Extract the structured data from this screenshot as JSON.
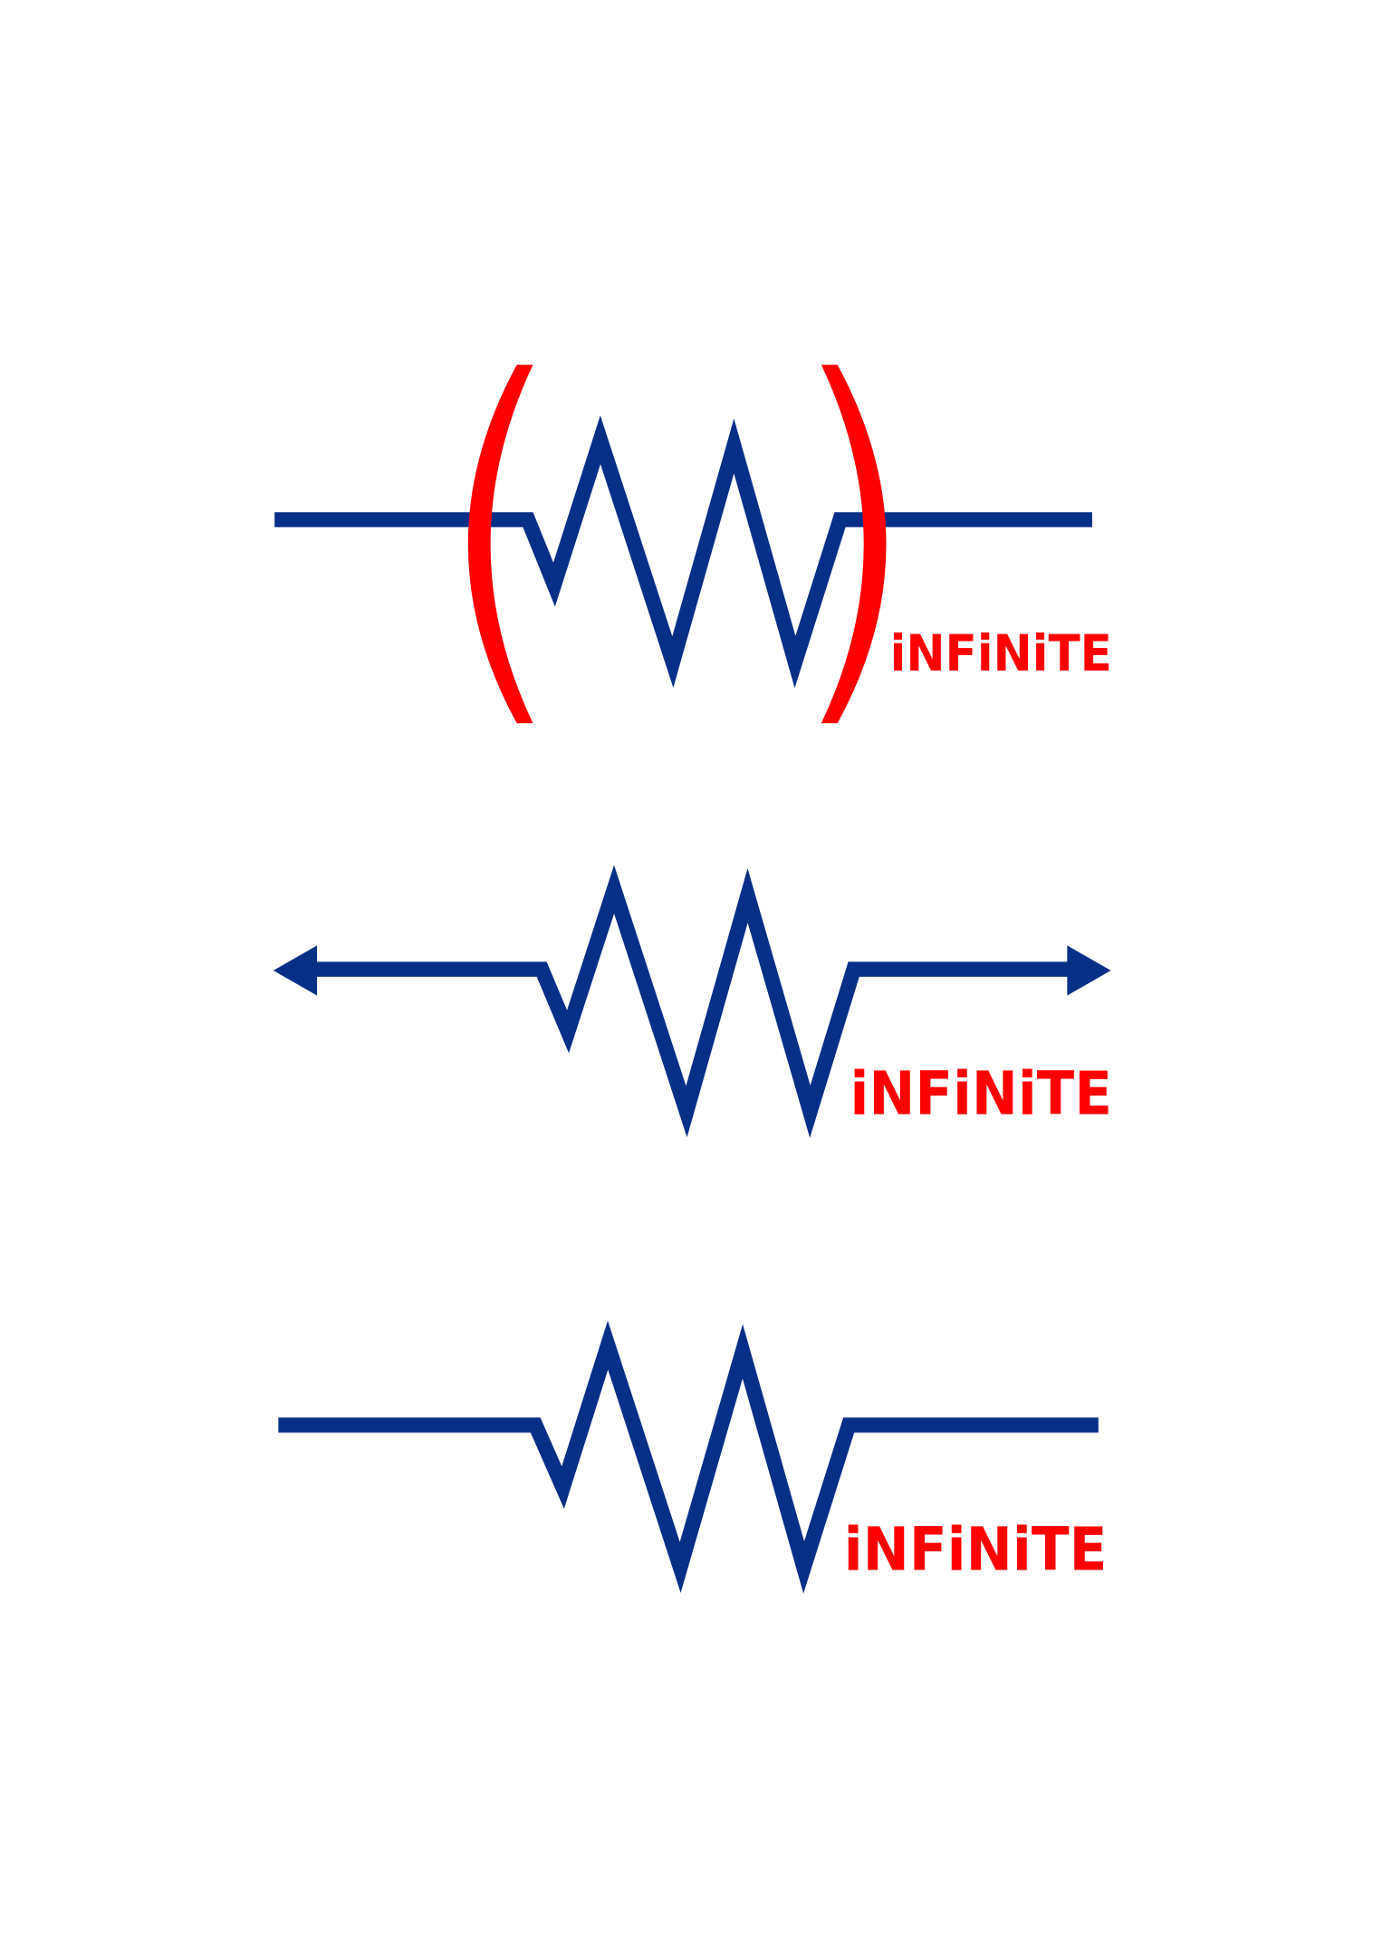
{
  "colors": {
    "wave": "#062f87",
    "accent": "#ff0000",
    "background": "#ffffff"
  },
  "logos": [
    {
      "variant": "bracketed",
      "wordmark": "iNFiNiTE"
    },
    {
      "variant": "arrows",
      "wordmark": "iNFiNiTE"
    },
    {
      "variant": "plain",
      "wordmark": "iNFiNiTE"
    }
  ]
}
